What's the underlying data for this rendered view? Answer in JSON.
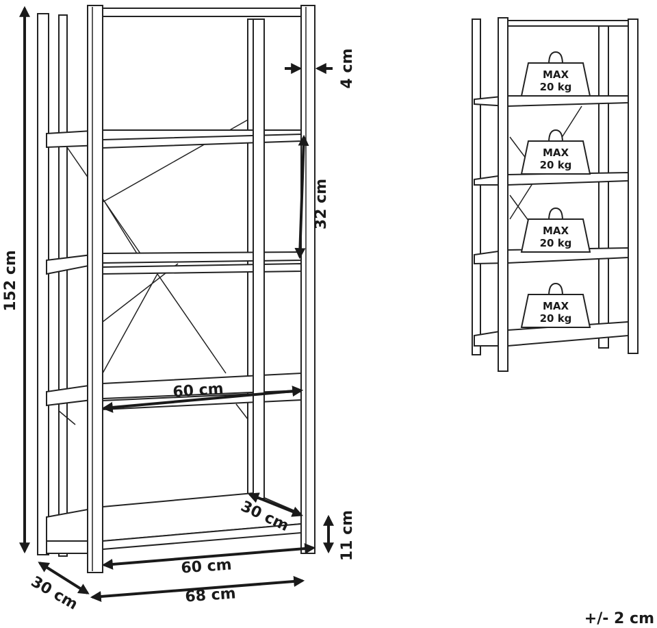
{
  "dimensions": {
    "height": "152 cm",
    "post_width": "4 cm",
    "shelf_spacing": "32 cm",
    "shelf_width": "60 cm",
    "shelf_depth": "30 cm",
    "bottom_clearance": "11 cm",
    "inner_width": "60 cm",
    "total_width": "68 cm",
    "total_depth": "30 cm",
    "tolerance": "+/- 2 cm"
  },
  "load_labels": [
    {
      "line1": "MAX",
      "line2": "20 kg"
    },
    {
      "line1": "MAX",
      "line2": "20 kg"
    },
    {
      "line1": "MAX",
      "line2": "20 kg"
    },
    {
      "line1": "MAX",
      "line2": "20 kg"
    }
  ]
}
